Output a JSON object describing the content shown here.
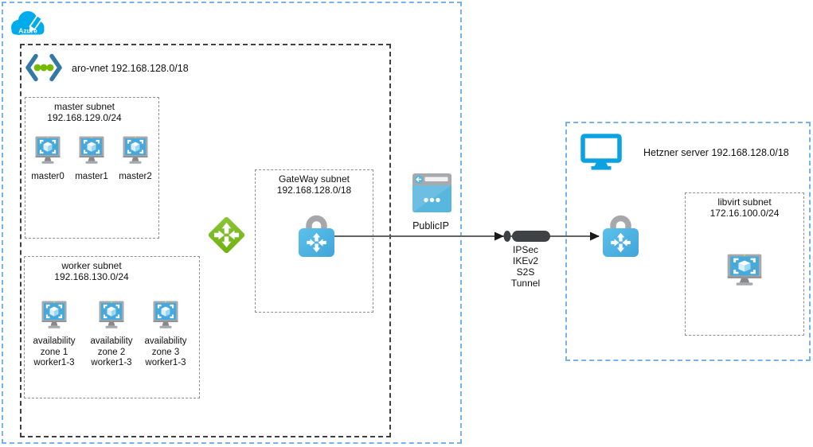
{
  "azure": {
    "logo_label": "Azure",
    "vnet_label": "aro-vnet 192.168.128.0/18",
    "master_subnet": {
      "title1": "master subnet",
      "title2": "192.168.129.0/24",
      "vms": [
        "master0",
        "master1",
        "master2"
      ]
    },
    "worker_subnet": {
      "title1": "worker subnet",
      "title2": "192.168.130.0/24",
      "zones": [
        [
          "availability",
          "zone 1",
          "worker1-3"
        ],
        [
          "availability",
          "zone 2",
          "worker1-3"
        ],
        [
          "availability",
          "zone 3",
          "worker1-3"
        ]
      ]
    },
    "gateway_subnet": {
      "title1": "GateWay subnet",
      "title2": "192.168.128.0/18"
    },
    "public_ip": "PublicIP"
  },
  "tunnel": {
    "labels": [
      "IPSec",
      "IKEv2",
      "S2S",
      "Tunnel"
    ]
  },
  "hetzner": {
    "title": "Hetzner server 192.168.128.0/18",
    "libvirt_subnet": {
      "title1": "libvirt subnet",
      "title2": "172.16.100.0/24"
    }
  },
  "colors": {
    "azure_logo_blue": "#00abec",
    "boundary_blue": "#79b2e8",
    "vm_screen_blue": "#46a9dc",
    "vpn_lock_blue": "#4badde",
    "routing_green": "#7db714",
    "monitor_outline_blue": "#0ba2e2",
    "connector_gray": "#636363",
    "tunnel_dark": "#3e4245",
    "vnet_bracket_blue": "#3279a7",
    "vnet_dot_green": "#76b900"
  }
}
